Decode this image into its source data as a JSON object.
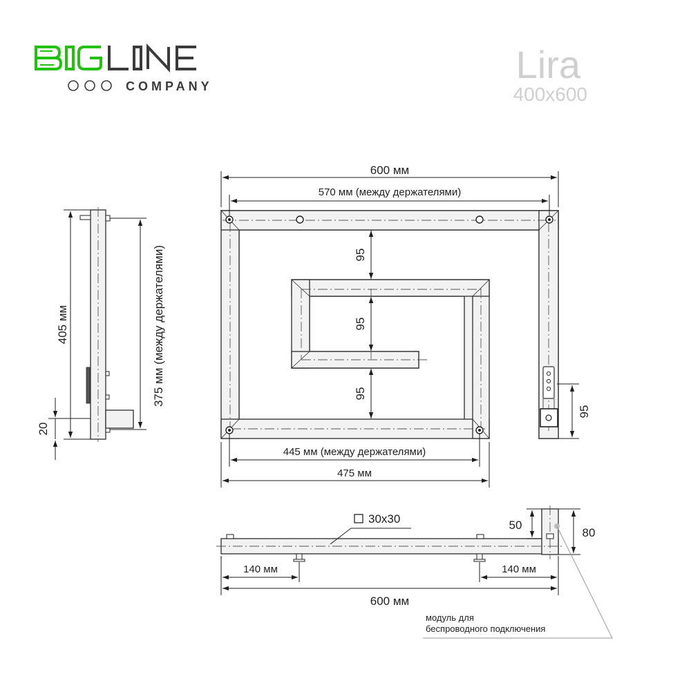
{
  "brand": {
    "big": "BIG",
    "line": "LINE",
    "company": "COMPANY",
    "colors": {
      "accent": "#22c00f",
      "dark": "#3b3b3b"
    }
  },
  "product": {
    "name": "Lira",
    "size": "400x600"
  },
  "dims": {
    "total_width": "600 мм",
    "holders_top": "570 мм (между держателями)",
    "gap_top": "95",
    "gap_mid": "95",
    "gap_bottom": "95",
    "holders_bottom": "445 мм (между держателями)",
    "bottom_width": "475 мм",
    "module_height": "95",
    "side_total": "405 мм",
    "side_holders": "375 мм (между держателями)",
    "side_offset": "20",
    "profile": "30x30",
    "depth_small": "50",
    "depth_total": "80",
    "mount_left": "140 мм",
    "mount_right": "140 мм",
    "bottom_total": "600 мм"
  },
  "note": {
    "line1": "модуль для",
    "line2": "беспроводного подключения"
  }
}
